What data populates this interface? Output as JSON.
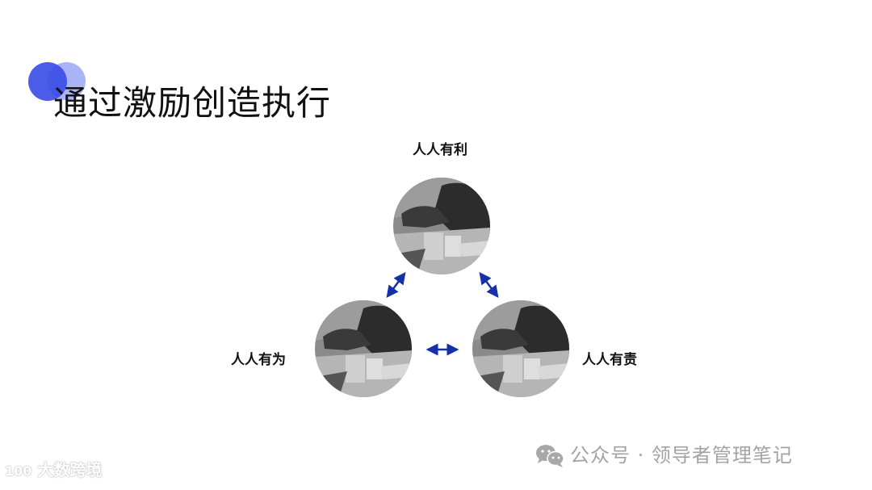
{
  "slide": {
    "title": "通过激励创造执行",
    "accent_colors": {
      "deco_dark": "#4a5be8",
      "deco_light": "#a9b2f5",
      "arrow": "#1530a8"
    }
  },
  "diagram": {
    "nodes": [
      {
        "id": "top",
        "label": "人人有利",
        "image": "grayscale-business-handshake-photo"
      },
      {
        "id": "left",
        "label": "人人有为",
        "image": "grayscale-business-handshake-photo"
      },
      {
        "id": "right",
        "label": "人人有责",
        "image": "grayscale-business-handshake-photo"
      }
    ],
    "connections": [
      {
        "from": "top",
        "to": "left",
        "type": "double-arrow"
      },
      {
        "from": "top",
        "to": "right",
        "type": "double-arrow"
      },
      {
        "from": "left",
        "to": "right",
        "type": "double-arrow"
      }
    ]
  },
  "watermarks": {
    "wechat": "公众号 · 领导者管理笔记",
    "wechat_icon": "wechat-icon",
    "logo": "大数跨境",
    "logo_mark": "100"
  }
}
